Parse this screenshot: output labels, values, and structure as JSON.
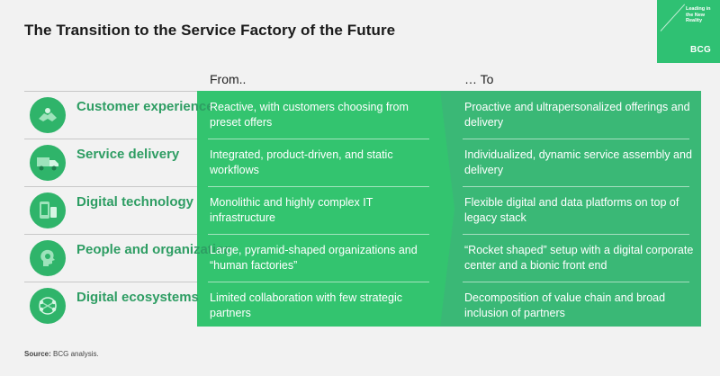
{
  "title": "The Transition to the Service Factory of the Future",
  "brand": {
    "tagline": "Leading in the New Reality",
    "logo": "BCG",
    "color": "#2fc173"
  },
  "columns": {
    "from": "From..",
    "to": "… To"
  },
  "rows": [
    {
      "label": "Customer experience",
      "icon": "handshake-icon",
      "from": "Reactive, with customers choosing from preset offers",
      "to": "Proactive and ultrapersonalized offerings and delivery"
    },
    {
      "label": "Service delivery",
      "icon": "delivery-truck-icon",
      "from": "Integrated, product-driven, and static workflows",
      "to": "Individualized, dynamic service assembly and delivery"
    },
    {
      "label": "Digital technology",
      "icon": "devices-icon",
      "from": "Monolithic and highly complex IT infrastructure",
      "to": "Flexible digital and data platforms on top of legacy stack"
    },
    {
      "label": "People and organization",
      "icon": "person-head-icon",
      "from": "Large, pyramid-shaped organizations and “human factories”",
      "to": "“Rocket shaped” setup with a digital corporate center and a bionic front end"
    },
    {
      "label": "Digital ecosystems",
      "icon": "network-globe-icon",
      "from": "Limited collaboration with few strategic partners",
      "to": "Decomposition of value chain and broad inclusion of partners"
    }
  ],
  "source": {
    "label": "Source:",
    "text": "BCG analysis."
  }
}
